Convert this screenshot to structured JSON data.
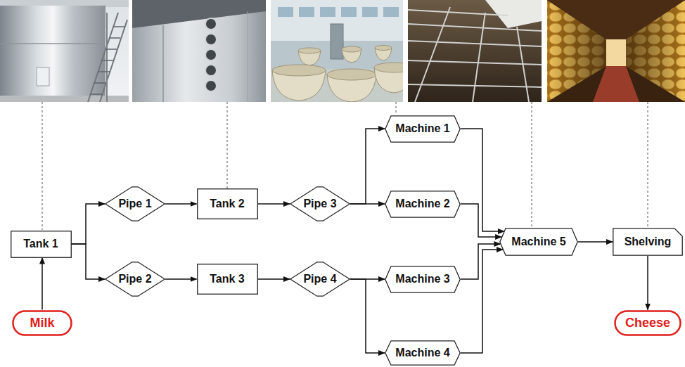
{
  "diagram": {
    "nodes": [
      {
        "text": [
          "Milk"
        ]
      },
      {
        "text": [
          "Tank 1"
        ]
      },
      {
        "text": [
          "Pipe 1"
        ]
      },
      {
        "text": [
          "Pipe 2"
        ]
      },
      {
        "text": [
          "Tank 2"
        ]
      },
      {
        "text": [
          "Tank 3"
        ]
      },
      {
        "text": [
          "Pipe 3"
        ]
      },
      {
        "text": [
          "Pipe 4"
        ]
      },
      {
        "text": [
          "Machine 1"
        ]
      },
      {
        "text": [
          "Machine 2"
        ]
      },
      {
        "text": [
          "Machine 3"
        ]
      },
      {
        "text": [
          "Machine 4"
        ]
      },
      {
        "text": [
          "Machine 5"
        ]
      },
      {
        "text": [
          "Shelving"
        ]
      },
      {
        "text": [
          "Cheese"
        ]
      }
    ],
    "edges": [
      {
        "from": 0,
        "to": 1,
        "arrow": "to"
      },
      {
        "from": 1,
        "to": 2,
        "arrow": "to"
      },
      {
        "from": 1,
        "to": 3,
        "arrow": "to"
      },
      {
        "from": 2,
        "to": 4,
        "arrow": "to"
      },
      {
        "from": 3,
        "to": 5,
        "arrow": "to"
      },
      {
        "from": 4,
        "to": 6,
        "arrow": "to"
      },
      {
        "from": 5,
        "to": 7,
        "arrow": "to"
      },
      {
        "from": 6,
        "to": 8,
        "arrow": "to"
      },
      {
        "from": 6,
        "to": 9,
        "arrow": "to"
      },
      {
        "from": 7,
        "to": 10,
        "arrow": "to"
      },
      {
        "from": 7,
        "to": 11,
        "arrow": "to"
      },
      {
        "from": 8,
        "to": 12,
        "arrow": "to"
      },
      {
        "from": 9,
        "to": 12,
        "arrow": "to"
      },
      {
        "from": 10,
        "to": 12,
        "arrow": "to"
      },
      {
        "from": 11,
        "to": 12,
        "arrow": "to"
      },
      {
        "from": 12,
        "to": 13,
        "arrow": "to"
      },
      {
        "from": 13,
        "to": 14,
        "arrow": "to"
      }
    ]
  }
}
